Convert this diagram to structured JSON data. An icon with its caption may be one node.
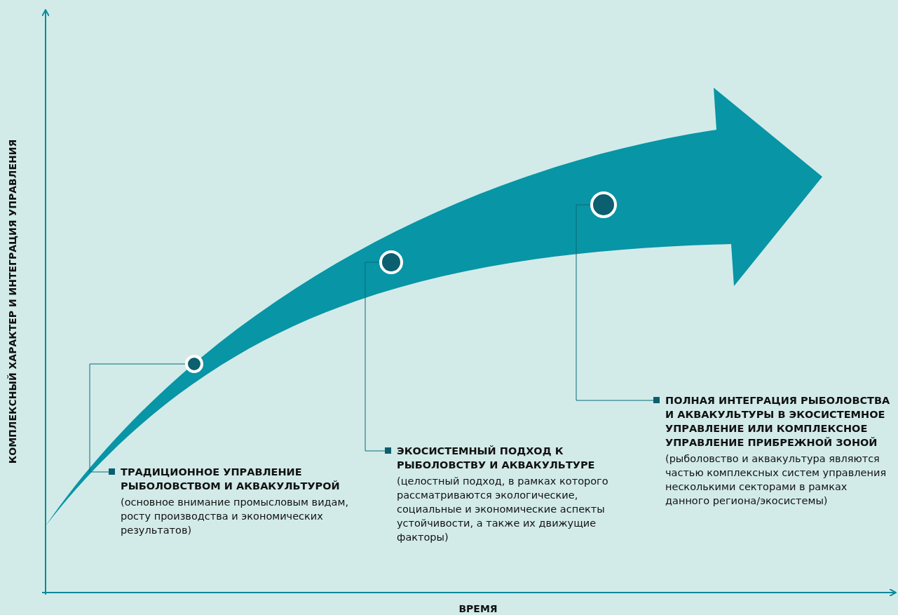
{
  "diagram": {
    "nodes": [
      {
        "text": [],
        "shape": "circle"
      },
      {
        "text": [],
        "shape": "circle"
      },
      {
        "text": [],
        "shape": "circle"
      },
      {
        "text": [
          "ТРАДИЦИОННОЕ УПРАВЛЕНИЕ РЫБОЛОВСТВОМ И АКВАКУЛЬТУРОЙ",
          "(основное внимание промысловым видам, росту производства и экономических результатов)"
        ]
      },
      {
        "text": [
          "ЭКОСИСТЕМНЫЙ ПОДХОД К РЫБОЛОВСТВУ И АКВАКУЛЬТУРЕ",
          "(целостный подход, в рамках которого рассматриваются экологические, социальные и экономические аспекты устойчивости, а также их движущие факторы)"
        ]
      },
      {
        "text": [
          "ПОЛНАЯ ИНТЕГРАЦИЯ РЫБОЛОВСТВА И АКВАКУЛЬТУРЫ В ЭКОСИСТЕМНОЕ УПРАВЛЕНИЕ ИЛИ КОМПЛЕКСНОЕ УПРАВЛЕНИЕ ПРИБРЕЖНОЙ ЗОНОЙ",
          "(рыболовство и аквакультура являются частью комплексных систем управления несколькими секторами в рамках данного региона/экосистемы)"
        ]
      }
    ],
    "edges": [
      {
        "from": 3,
        "to": 0,
        "arrow": "none"
      },
      {
        "from": 4,
        "to": 1,
        "arrow": "none"
      },
      {
        "from": 5,
        "to": 2,
        "arrow": "none"
      }
    ],
    "labels": [
      "КОМПЛЕКСНЫЙ ХАРАКТЕР И ИНТЕГРАЦИЯ УПРАВЛЕНИЯ",
      "ВРЕМЯ"
    ]
  }
}
